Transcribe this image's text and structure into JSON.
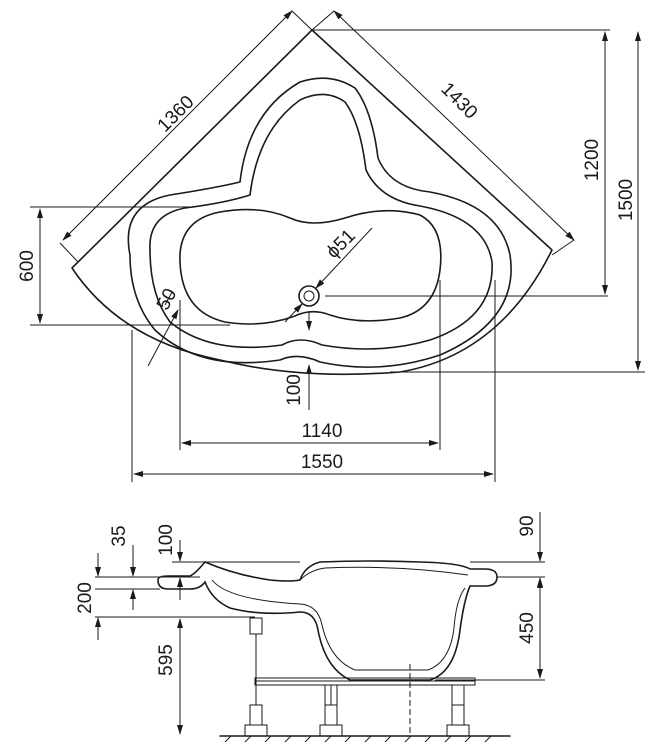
{
  "plan_view": {
    "dimensions": {
      "side_left": "1360",
      "side_right": "1430",
      "height_inner": "1200",
      "height_outer": "1500",
      "depth_left": "600",
      "drain_diameter": "ϕ51",
      "rim_width": "50",
      "drain_offset": "100",
      "inner_width": "1140",
      "outer_width": "1550"
    }
  },
  "side_view": {
    "dimensions": {
      "rim_35": "35",
      "rim_100": "100",
      "rim_90": "90",
      "seat_200": "200",
      "depth_450": "450",
      "legs_595": "595"
    }
  }
}
